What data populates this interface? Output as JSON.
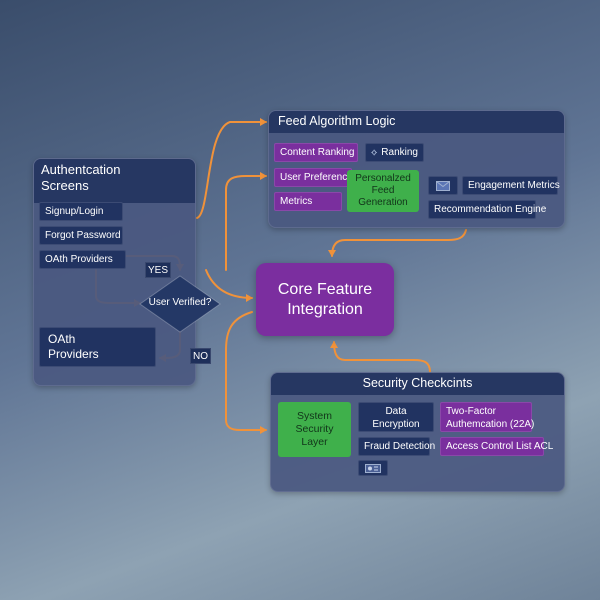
{
  "auth": {
    "title_line1": "Authentcation",
    "title_line2": "Screens",
    "items": [
      "Signup/Login",
      "Forgot Password",
      "OAth Providers"
    ],
    "decision": "User Verified?",
    "yes": "YES",
    "no": "NO",
    "oauth_line1": "OAth",
    "oauth_line2": "Providers"
  },
  "feed": {
    "title": "Feed Algorithm Logic",
    "content_ranking": "Content Ranking",
    "ranking": "Ranking",
    "user_preferences": "User Preferences",
    "metrics": "Metrics",
    "personalized_line1": "Personalzed",
    "personalized_line2": "Feed Generation",
    "engagement_metrics": "Engagement Metrics",
    "recommendation_engine": "Recommendation Engine"
  },
  "core": {
    "line1": "Core Feature",
    "line2": "Integration"
  },
  "security": {
    "title": "Security Checkcints",
    "system_line1": "System",
    "system_line2": "Security",
    "system_line3": "Layer",
    "data_line1": "Data",
    "data_line2": "Encryption",
    "fraud_detection": "Fraud Detection",
    "two_factor_line1": "Two-Factor",
    "two_factor_line2": "Authemcation (22A)",
    "access_control": "Access Control List ACL"
  },
  "icons": [
    "gear-icon",
    "envelope-icon",
    "id-card-icon"
  ],
  "colors": {
    "panel": "#4a5880",
    "header": "#263762",
    "navy_chip": "#213361",
    "purple": "#7a2f9e",
    "green": "#3fb04b",
    "arrow": "#f0923a"
  }
}
